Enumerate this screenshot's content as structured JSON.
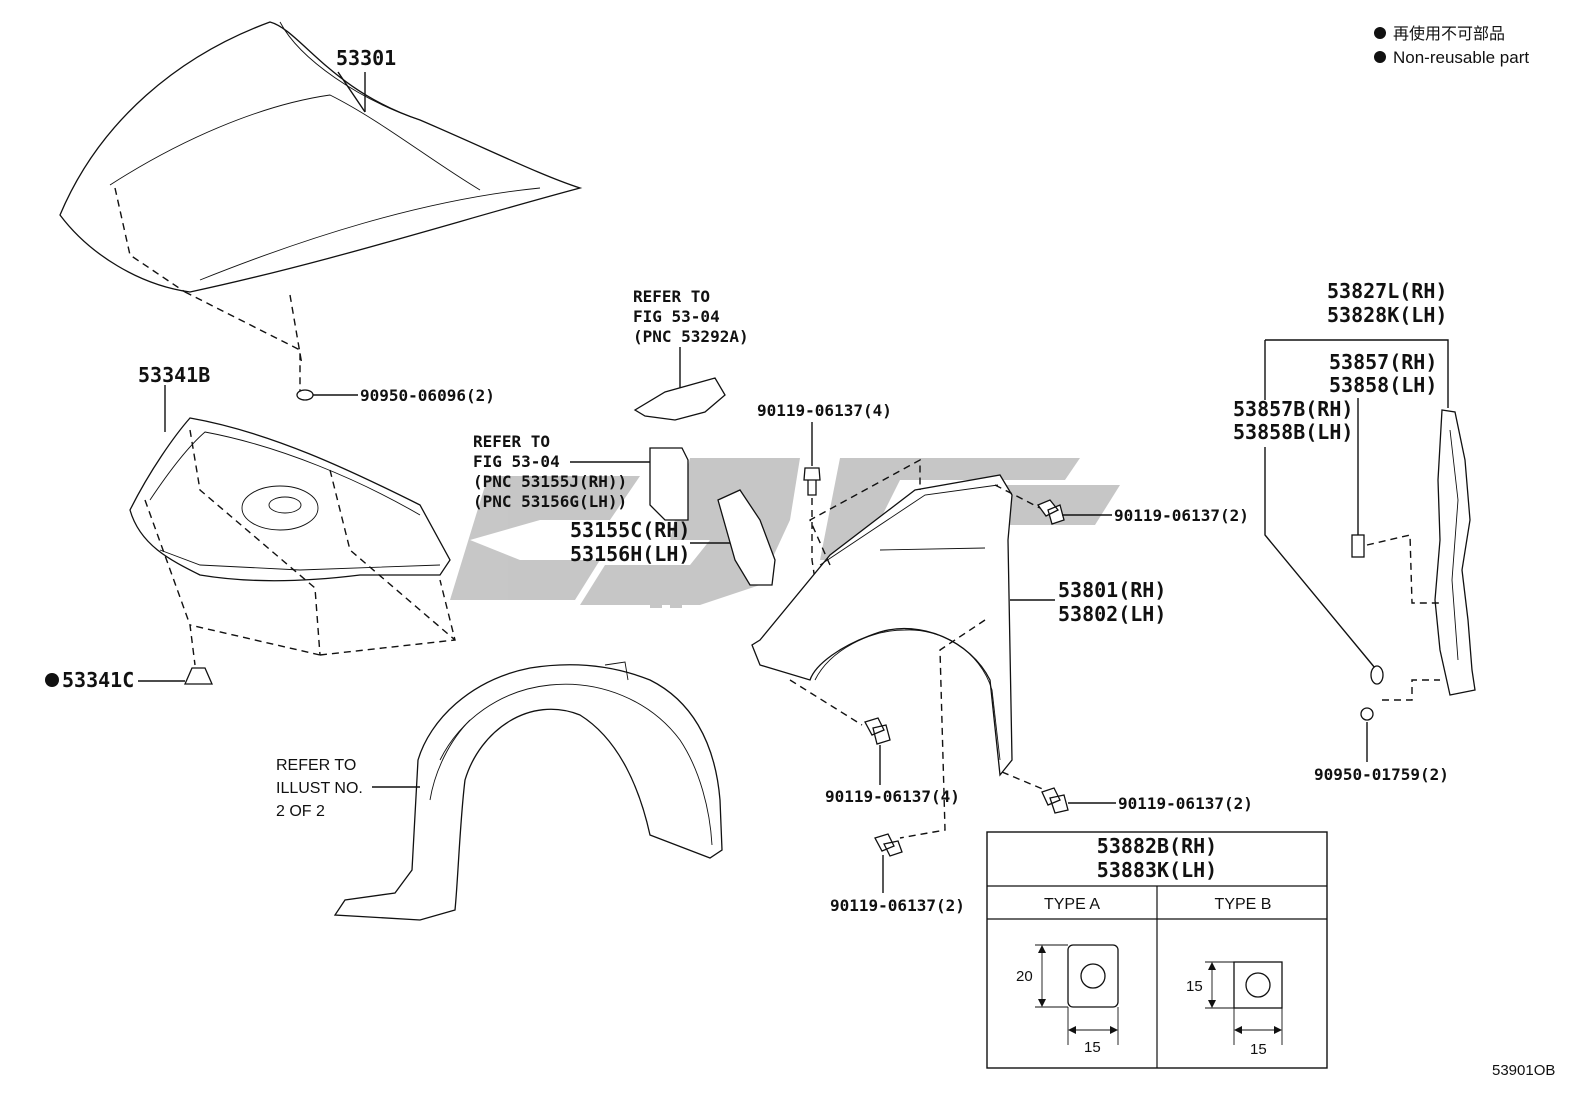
{
  "legend": {
    "line1": "再使用不可部品",
    "line2": "Non-reusable part"
  },
  "watermark": {
    "text": "قطع",
    "color": "#b4b4b4"
  },
  "labels": {
    "hood": "53301",
    "hood_seal_clip": "90950-06096(2)",
    "hood_insulator": "53341B",
    "insulator_clip": "53341C",
    "refer_top_1": "REFER TO",
    "refer_top_2": "FIG 53-04",
    "refer_top_3": "(PNC 53292A)",
    "refer_mid_1": "REFER TO",
    "refer_mid_2": "FIG 53-04",
    "refer_mid_3": "(PNC 53155J(RH))",
    "refer_mid_4": "(PNC 53156G(LH))",
    "seal_rh": "53155C(RH)",
    "seal_lh": "53156H(LH)",
    "bolt_top": "90119-06137(4)",
    "bolt_right_top": "90119-06137(2)",
    "fender_rh": "53801(RH)",
    "fender_lh": "53802(LH)",
    "bolt_lower_mid": "90119-06137(4)",
    "bolt_lower_right": "90119-06137(2)",
    "bolt_bottom": "90119-06137(2)",
    "liner_refer_1": "REFER TO",
    "liner_refer_2": "ILLUST NO.",
    "liner_refer_3": "2 OF 2",
    "seal_top_rh": "53827L(RH)",
    "seal_top_lh": "53828K(LH)",
    "cushion_rh": "53857(RH)",
    "cushion_lh": "53858(LH)",
    "cushion_b_rh": "53857B(RH)",
    "cushion_b_lh": "53858B(LH)",
    "clip_right": "90950-01759(2)",
    "figure_code": "53901OB"
  },
  "type_table": {
    "title_rh": "53882B(RH)",
    "title_lh": "53883K(LH)",
    "type_a": "TYPE A",
    "type_b": "TYPE B",
    "a_height": "20",
    "a_width": "15",
    "b_height": "15",
    "b_width": "15"
  }
}
